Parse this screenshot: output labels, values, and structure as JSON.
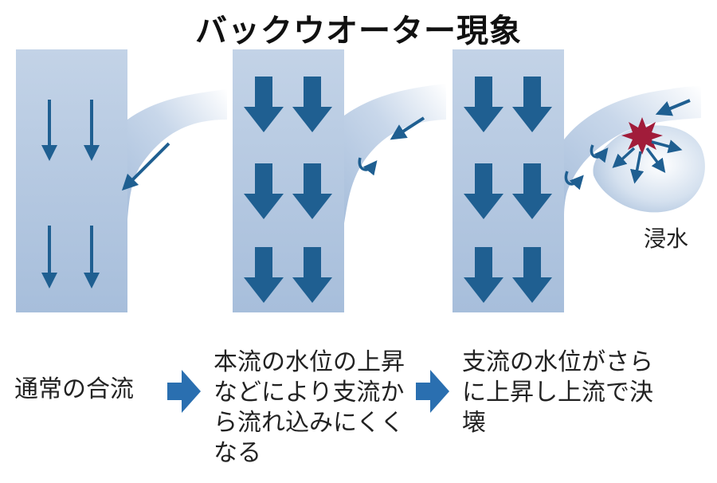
{
  "title": "バックウオーター現象",
  "panels": [
    {
      "caption": "通常の合流",
      "arrow_size": "small"
    },
    {
      "caption": "本流の水位の上昇などにより支流から流れ込みにくくなる",
      "arrow_size": "large"
    },
    {
      "caption": "支流の水位がさらに上昇し上流で決壊",
      "arrow_size": "large"
    }
  ],
  "flood_label": "浸水",
  "colors": {
    "water_light": "#dbe5f1",
    "water": "#a9c0dc",
    "arrow": "#1f5f91",
    "transition_arrow": "#2a6fb0",
    "burst": "#a11c3a"
  },
  "icons": [
    "down-arrow-icon",
    "tributary-arrow-icon",
    "swirl-icon",
    "burst-icon",
    "transition-arrow-icon"
  ]
}
